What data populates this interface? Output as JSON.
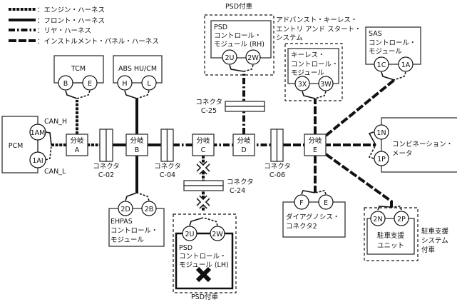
{
  "legend": [
    {
      "style": "engine",
      "label": "：エンジン・ハーネス"
    },
    {
      "style": "front",
      "label": "：フロント・ハーネス"
    },
    {
      "style": "rear",
      "label": "：リヤ・ハーネス"
    },
    {
      "style": "instrument",
      "label": "：インストルメント・パネル・ハーネス"
    }
  ],
  "modules": {
    "tcm": {
      "title": "TCM",
      "pins": [
        "B",
        "E"
      ]
    },
    "abs": {
      "title": "ABS HU/CM",
      "pins": [
        "H",
        "L"
      ]
    },
    "pcm": {
      "title": "PCM",
      "pins": [
        "1AM",
        "1AI"
      ],
      "can_h": "CAN_H",
      "can_l": "CAN_L"
    },
    "ehpas": {
      "lines": [
        "EHPAS",
        "コントロール・",
        "モジュール"
      ],
      "pins": [
        "2D",
        "2B"
      ]
    },
    "psd_lh": {
      "lines": [
        "PSD",
        "コントロール・",
        "モジュール (LH)"
      ],
      "pins": [
        "2U",
        "2W"
      ],
      "option": "PSD付車"
    },
    "psd_rh": {
      "lines": [
        "PSD",
        "コントロール・",
        "モジュール (RH)"
      ],
      "pins": [
        "2U",
        "2W"
      ],
      "option": "PSD付車"
    },
    "keyless": {
      "system": [
        "アドバンスト・キーレス・",
        "エントリ アンド スタート・",
        "システム"
      ],
      "lines": [
        "キーレス・",
        "コントロール・",
        "モジュール"
      ],
      "pins": [
        "3X",
        "3W"
      ]
    },
    "sas": {
      "lines": [
        "SAS",
        "コントロール・",
        "モジュール"
      ],
      "pins": [
        "1C",
        "1A"
      ]
    },
    "meter": {
      "lines": [
        "コンビネーション・",
        "メータ"
      ],
      "pins": [
        "1N",
        "1P"
      ]
    },
    "diag": {
      "lines": [
        "ダイアグノシス・",
        "コネクタ2"
      ],
      "pins": [
        "F",
        "E"
      ]
    },
    "park": {
      "lines": [
        "駐車支援",
        "ユニット"
      ],
      "pins": [
        "2N",
        "2P"
      ],
      "option": [
        "駐車支援",
        "システム",
        "付車"
      ]
    }
  },
  "branches": [
    {
      "label": "分岐",
      "id": "A"
    },
    {
      "label": "分岐",
      "id": "B"
    },
    {
      "label": "分岐",
      "id": "C"
    },
    {
      "label": "分岐",
      "id": "D"
    },
    {
      "label": "分岐",
      "id": "E"
    }
  ],
  "connectors": [
    {
      "label": "コネクタ",
      "id": "C-02"
    },
    {
      "label": "コネクタ",
      "id": "C-04"
    },
    {
      "label": "コネクタ",
      "id": "C-06"
    },
    {
      "label": "コネクタ",
      "id": "C-24"
    },
    {
      "label": "コネクタ",
      "id": "C-25"
    }
  ]
}
